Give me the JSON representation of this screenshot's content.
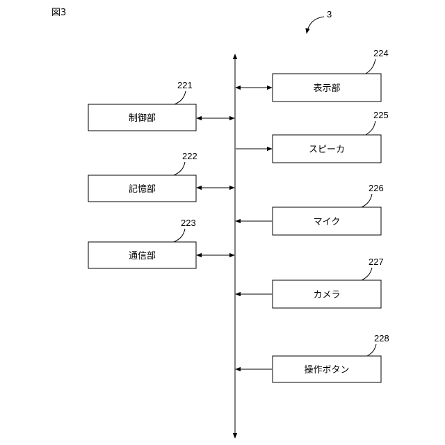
{
  "figure_label": "図3",
  "system_ref": "3",
  "left_blocks": [
    {
      "ref": "221",
      "label": "制御部"
    },
    {
      "ref": "222",
      "label": "記憶部"
    },
    {
      "ref": "223",
      "label": "通信部"
    }
  ],
  "right_blocks": [
    {
      "ref": "224",
      "label": "表示部"
    },
    {
      "ref": "225",
      "label": "スピーカ"
    },
    {
      "ref": "226",
      "label": "マイク"
    },
    {
      "ref": "227",
      "label": "カメラ"
    },
    {
      "ref": "228",
      "label": "操作ボタン"
    }
  ]
}
